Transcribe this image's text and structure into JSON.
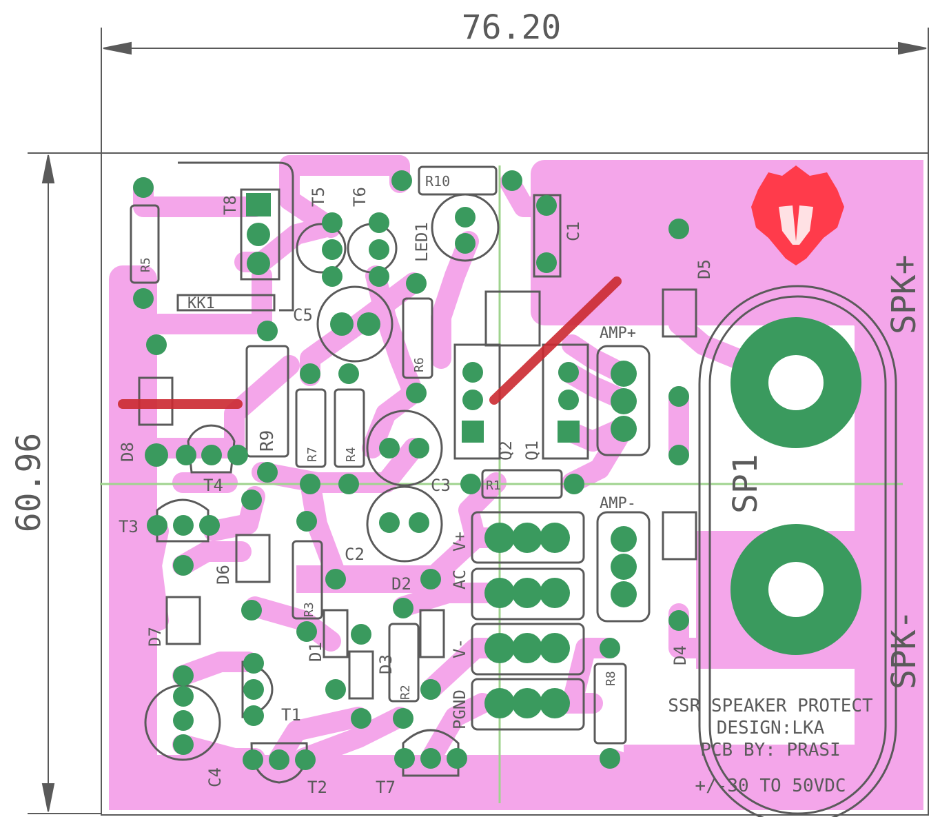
{
  "dimensions": {
    "width": "76.20",
    "height": "60.96"
  },
  "colors": {
    "copper": "#f4a6ea",
    "board": "#ffffff",
    "pad": "#3a9a5e",
    "silk": "#5a5a5a",
    "jumper": "#cc2a30",
    "crosshair": "#9fd38e",
    "logo": "#ff3b4b"
  },
  "board_title": {
    "line1": "SSR SPEAKER PROTECT",
    "line2": "DESIGN:LKA",
    "line3": "PCB BY: PRASI",
    "line4": "+/-30 TO 50VDC"
  },
  "connectors": {
    "spk_plus": "SPK+",
    "spk_minus": "SPK-",
    "sp1": "SP1",
    "amp_plus": "AMP+",
    "amp_minus": "AMP-",
    "v_plus": "V+",
    "ac": "AC",
    "v_minus": "V-",
    "pgnd": "PGND"
  },
  "refs": {
    "R1": "R1",
    "R2": "R2",
    "R3": "R3",
    "R4": "R4",
    "R5": "R5",
    "R6": "R6",
    "R7": "R7",
    "R8": "R8",
    "R9": "R9",
    "R10": "R10",
    "C1": "C1",
    "C2": "C2",
    "C3": "C3",
    "C4": "C4",
    "C5": "C5",
    "D1": "D1",
    "D2": "D2",
    "D3": "D3",
    "D4": "D4",
    "D5": "D5",
    "D6": "D6",
    "D7": "D7",
    "D8": "D8",
    "T1": "T1",
    "T2": "T2",
    "T3": "T3",
    "T4": "T4",
    "T5": "T5",
    "T6": "T6",
    "T7": "T7",
    "T8": "T8",
    "Q1": "Q1",
    "Q2": "Q2",
    "LED1": "LED1",
    "KK1": "KK1"
  },
  "logo_icon": "lion-head-icon"
}
